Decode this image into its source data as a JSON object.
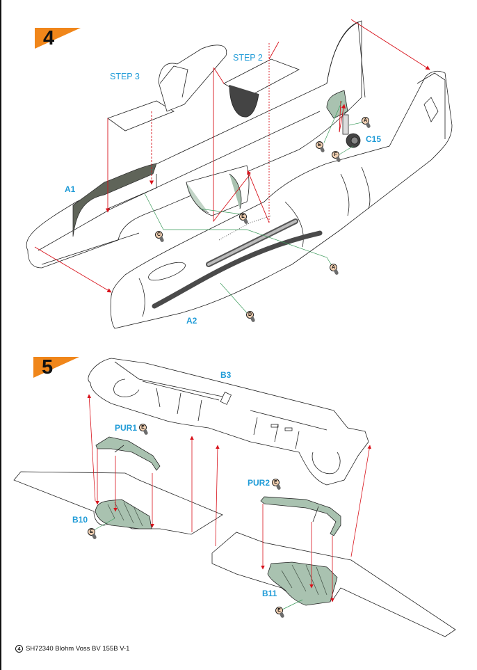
{
  "document": {
    "type": "model kit assembly instructions",
    "page_number": "4",
    "footer_text": "SH72340 Blohm Voss BV 155B V-1"
  },
  "colors": {
    "step_badge": "#f0861a",
    "part_label": "#1f9bd7",
    "arrow": "#d8121b",
    "leader_line": "#3a9a5a",
    "interior_green": "#a9c2b0",
    "interior_dark": "#5f6459",
    "paint_callout": "#f3d1b3"
  },
  "steps": [
    {
      "number": "4",
      "sub_steps": [
        "STEP 2",
        "STEP 3"
      ],
      "part_labels": [
        "A1",
        "A2",
        "C15"
      ],
      "paint_callouts": [
        "A",
        "A",
        "C",
        "D",
        "E",
        "E",
        "F"
      ]
    },
    {
      "number": "5",
      "part_labels": [
        "B3",
        "PUR1",
        "PUR2",
        "B10",
        "B11"
      ],
      "paint_callouts": [
        "E",
        "E",
        "E",
        "E"
      ]
    }
  ]
}
